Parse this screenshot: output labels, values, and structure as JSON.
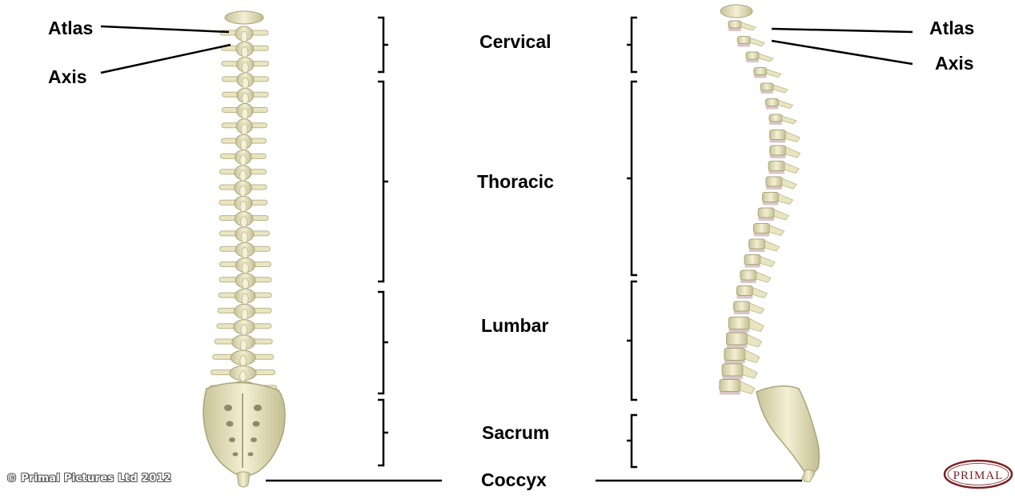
{
  "labels": {
    "atlas": "Atlas",
    "axis": "Axis",
    "cervical": "Cervical",
    "thoracic": "Thoracic",
    "lumbar": "Lumbar",
    "sacrum": "Sacrum",
    "coccyx": "Coccyx"
  },
  "copyright": "© Primal Pictures Ltd 2012",
  "logo_text": "PRIMAL",
  "colors": {
    "bone": "#e9e5c0",
    "bone_shadow": "#b9b48c",
    "disc": "#d9c6c6",
    "line": "#000000",
    "logo": "#7a1f23"
  }
}
